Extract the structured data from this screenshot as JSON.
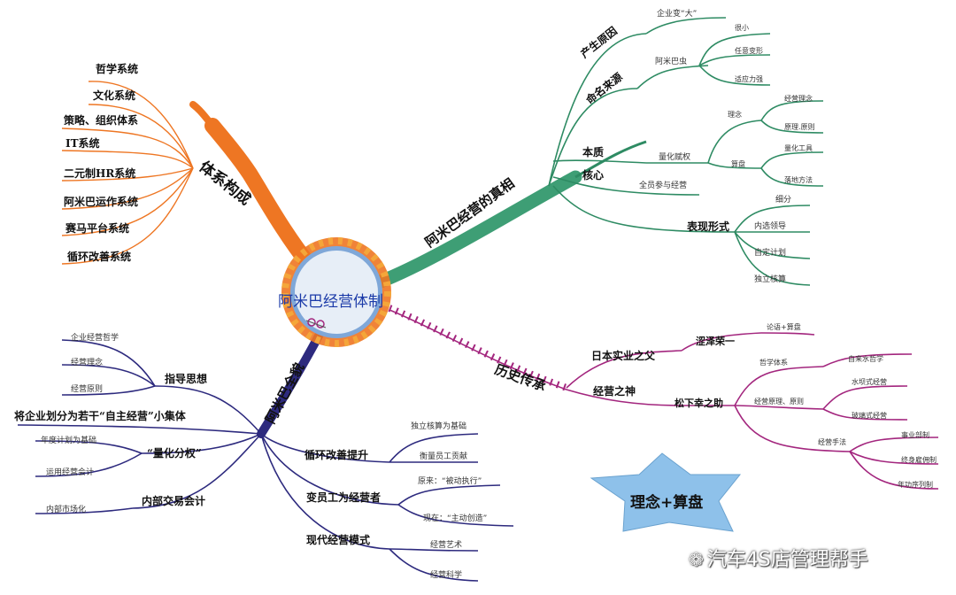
{
  "center": "阿米巴经营体制",
  "branches": {
    "system": {
      "title": "体系构成",
      "color": "#ee7623",
      "items": [
        "哲学系统",
        "文化系统",
        "策略、组织体系",
        "IT系统",
        "二元制HR系统",
        "阿米巴运作系统",
        "赛马平台系统",
        "循环改善系统"
      ]
    },
    "truth": {
      "title": "阿米巴经营的真相",
      "color": "#2e8b63",
      "origin": {
        "label": "产生原因",
        "child": "企业变“大”"
      },
      "name": {
        "label": "命名来源",
        "child": "阿米巴虫",
        "leaves": [
          "很小",
          "任意变形",
          "适应力强"
        ]
      },
      "essence": {
        "label": "本质",
        "child": "量化赋权",
        "philosophy": "理念",
        "philosophy_leaves": [
          "经营理念",
          "原理.原则"
        ],
        "abacus": "算盘",
        "abacus_leaves": [
          "量化工具",
          "落地方法"
        ]
      },
      "core": {
        "label": "核心",
        "child": "全员参与经营"
      },
      "forms": {
        "label": "表现形式",
        "leaves": [
          "细分",
          "内选领导",
          "自定计划",
          "独立核算"
        ]
      }
    },
    "history": {
      "title": "历史传承",
      "color": "#a3267e",
      "father": {
        "label": "日本实业之父",
        "person": "涩泽荣一",
        "work": "论语+算盘"
      },
      "god": {
        "label": "经营之神",
        "person": "松下幸之助",
        "items": [
          "哲学体系",
          "经营原理、原则",
          "经营手法"
        ],
        "philosophy_leaf": "自来水哲学",
        "principle_leaves": [
          "水坝式经营",
          "玻璃式经营"
        ],
        "method_leaves": [
          "事业部制",
          "终身雇佣制",
          "年功序列制"
        ]
      }
    },
    "overview": {
      "title": "阿米巴全貌",
      "color": "#2d2a7e",
      "guide": {
        "label": "指导思想",
        "leaves": [
          "企业经营哲学",
          "经营理念",
          "经营原则"
        ]
      },
      "divide": "将企业划分为若干“自主经营”小集体",
      "quant": {
        "label": "“量化分权”",
        "leaves": [
          "年度计划为基础",
          "运用经营会计"
        ]
      },
      "trade": {
        "label": "内部交易会计",
        "leaf": "内部市场化"
      },
      "cycle": {
        "label": "循环改善提升",
        "leaves": [
          "独立核算为基础",
          "衡量员工贡献"
        ]
      },
      "staff": {
        "label": "变员工为经营者",
        "leaves": [
          "原来：“被动执行”",
          "现在：“主动创造”"
        ]
      },
      "modern": {
        "label": "现代经营模式",
        "leaves": [
          "经营艺术",
          "经营科学"
        ]
      }
    }
  },
  "star": "理念+算盘",
  "watermark": "汽车4S店管理帮手"
}
